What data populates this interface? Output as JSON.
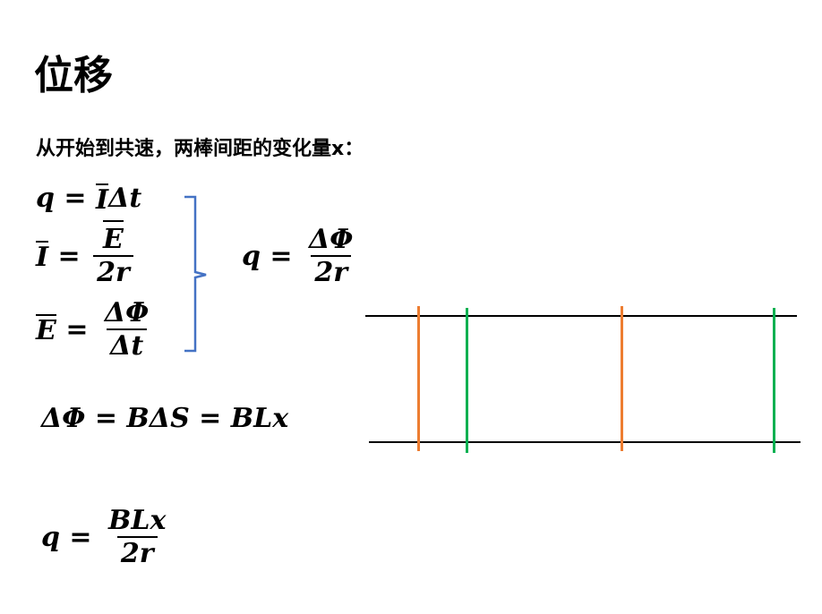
{
  "title": "位移",
  "subtitle": "从开始到共速，两棒间距的变化量x：",
  "eq1": {
    "lhs": "q = ",
    "bar": "I",
    "rhs": "Δt"
  },
  "eq2": {
    "bar": "I",
    "op": " = ",
    "num": "E",
    "den": "2r"
  },
  "eq3": {
    "bar": "E",
    "op": " = ",
    "num": "ΔΦ",
    "den": "Δt"
  },
  "eq4": {
    "lhs": "q = ",
    "num": "ΔΦ",
    "den": "2r"
  },
  "eq5": {
    "text": "ΔΦ = BΔS = BLx"
  },
  "eq6": {
    "lhs": "q = ",
    "num": "BLx",
    "den": "2r"
  },
  "colors": {
    "bracket": "#4472C4",
    "rod_orange": "#ED7D31",
    "rod_green": "#00B050"
  }
}
